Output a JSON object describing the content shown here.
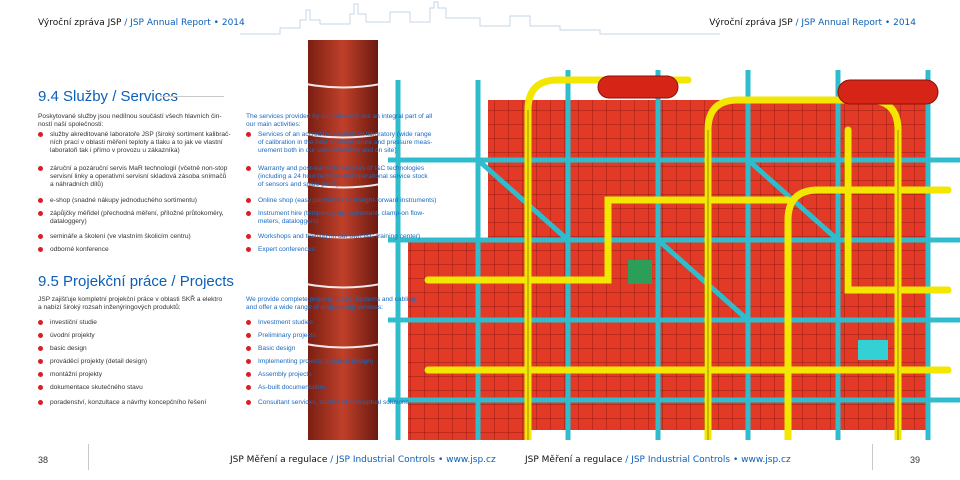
{
  "header": {
    "left_prefix": "Výroční zpráva JSP",
    "left_suffix": " / JSP Annual Report • 2014",
    "right_prefix": "Výroční zpráva JSP",
    "right_suffix": " / JSP Annual Report • 2014"
  },
  "services": {
    "title": "9.4 Služby / Services",
    "intro_cz": "Poskytované služby jsou nedílnou součástí všech hlavních čin-\nností naší společnosti:",
    "intro_en": "The services provided by our company are an integral part of all\nour main activities:",
    "items_cz": [
      "služby akreditované laboratoře JSP (široký sortiment kalibrač-\nních prací v oblasti měření teploty a tlaku a to jak ve vlastní\nlaboratoři tak i přímo v provozu u zákazníka)",
      "záruční a pozáruční servis MaR technologií (včetně non-stop\nservisní linky a operativní servisní skladová zásoba snímačů\na náhradních dílů)",
      "e-shop (snadné nákupy jednoduchého sortimentu)",
      "zápůjčky měřidel (přechodná měření, příložné průtokoměry,\ndataloggery)",
      "semináře a školení (ve vlastním školicím centru)",
      "odborné konference"
    ],
    "items_en": [
      "Services of an accredited calibration laboratory (wide range\nof calibration in the field of temperature and pressure meas-\nurement both in our own laboratory and on site)",
      "Warranty and post-warranty services of I&C technologies\n(including a 24 hour helpline and operational service stock\nof sensors and spare parts)",
      "Online shop (easy purchases of straight-forward instruments)",
      "Instrument hire (temporary measurement, clamp-on flow-\nmeters, dataloggers)",
      "Workshops and training (in our own I&C training center)",
      "Expert conferences"
    ]
  },
  "projects": {
    "title": "9.5 Projekční práce / Projects",
    "intro_cz": "JSP zajišťuje kompletní projekční práce v oblasti SKŘ a elektro\na nabízí široký rozsah inženýringových produktů:",
    "intro_en": "We provide complete projects of I&C Systems and cabling,\nand offer a wide range of engineering services:",
    "items_cz": [
      "investiční studie",
      "úvodní projekty",
      "basic design",
      "prováděcí projekty (detail design)",
      "montážní projekty",
      "dokumentace skutečného stavu",
      "poradenství, konzultace a návrhy koncepčního řešení"
    ],
    "items_en": [
      "Investment studies",
      "Preliminary projects",
      "Basic design",
      "Implementing projects (detailed design)",
      "Assembly projects",
      "As-built documentation",
      "Consultant services, studies of conceptual solutions"
    ]
  },
  "footer": {
    "page_left": "38",
    "page_right": "39",
    "left_prefix": "JSP Měření a regulace",
    "left_suffix": " / JSP Industrial Controls • www.jsp.cz",
    "right_prefix": "JSP Měření a regulace",
    "right_suffix": " / JSP Industrial Controls • www.jsp.cz"
  },
  "colors": {
    "accent": "#0b5fb8",
    "bullet": "#d81f26",
    "plant_red": "#e02a1f",
    "pipe_yellow": "#f3e600",
    "steel_cyan": "#38c7d8"
  }
}
